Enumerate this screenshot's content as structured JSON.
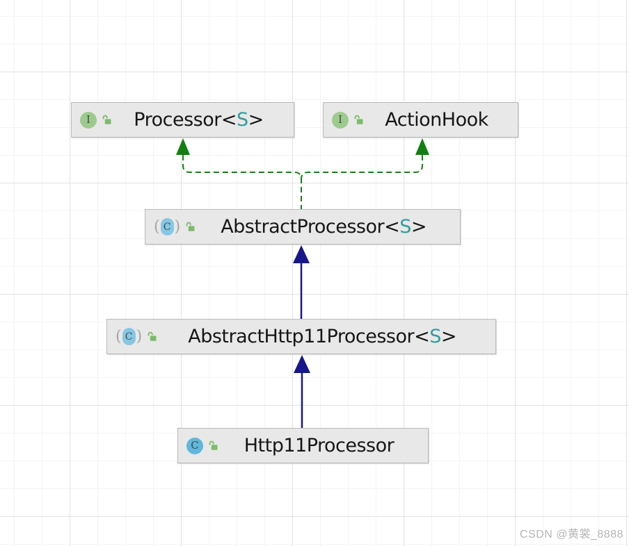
{
  "diagram": {
    "type": "uml-class-diagram",
    "nodes": [
      {
        "name": "Processor<S>",
        "kind": "interface",
        "label_parts": [
          {
            "t": "Processor"
          },
          {
            "t": "<"
          },
          {
            "t": "S",
            "teal": true
          },
          {
            "t": ">"
          }
        ]
      },
      {
        "name": "ActionHook",
        "kind": "interface",
        "label_parts": [
          {
            "t": "ActionHook"
          }
        ]
      },
      {
        "name": "AbstractProcessor<S>",
        "kind": "abstract_class",
        "label_parts": [
          {
            "t": "AbstractProcessor"
          },
          {
            "t": "<"
          },
          {
            "t": "S",
            "teal": true
          },
          {
            "t": ">"
          }
        ]
      },
      {
        "name": "AbstractHttp11Processor<S>",
        "kind": "abstract_class",
        "label_parts": [
          {
            "t": "AbstractHttp11Processor"
          },
          {
            "t": "<"
          },
          {
            "t": "S",
            "teal": true
          },
          {
            "t": ">"
          }
        ]
      },
      {
        "name": "Http11Processor",
        "kind": "class",
        "label_parts": [
          {
            "t": "Http11Processor"
          }
        ]
      }
    ],
    "edges": [
      {
        "from": "AbstractProcessor<S>",
        "to": "Processor<S>",
        "type": "realization",
        "style": "dashed-green"
      },
      {
        "from": "AbstractProcessor<S>",
        "to": "ActionHook",
        "type": "realization",
        "style": "dashed-green"
      },
      {
        "from": "AbstractHttp11Processor<S>",
        "to": "AbstractProcessor<S>",
        "type": "inheritance",
        "style": "solid-blue"
      },
      {
        "from": "Http11Processor",
        "to": "AbstractHttp11Processor<S>",
        "type": "inheritance",
        "style": "solid-blue"
      }
    ]
  },
  "icons": {
    "interface_letter": "I",
    "class_letter": "C",
    "abstract_class_letter": "C",
    "abstract_paren_open": "(",
    "abstract_paren_close": ")",
    "lock_meaning": "public-unlocked"
  },
  "colors": {
    "realization_green": "#118011",
    "inheritance_blue": "#17178B",
    "generic_teal": "#2E9E9E",
    "node_bg": "#e8e8e8",
    "node_border": "#b9b9b9",
    "interface_icon_green": "#9DCB8F",
    "class_icon_blue": "#5FB7DC",
    "abstract_icon_blue": "#85C7E4",
    "lock_green": "#7CBB6B"
  },
  "watermark": "CSDN @黄裳_8888"
}
